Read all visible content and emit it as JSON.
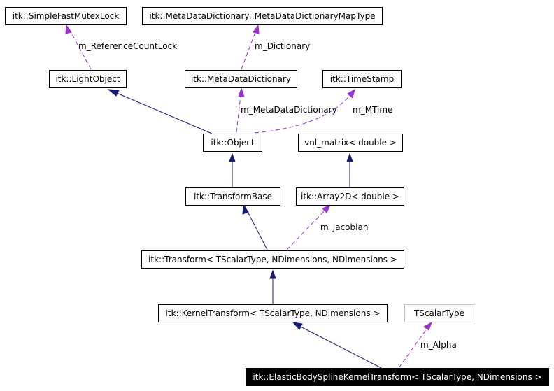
{
  "nodes": {
    "simple_fast_mutex_lock": "itk::SimpleFastMutexLock",
    "metadata_map_type": "itk::MetaDataDictionary::MetaDataDictionaryMapType",
    "light_object": "itk::LightObject",
    "metadata_dictionary": "itk::MetaDataDictionary",
    "time_stamp": "itk::TimeStamp",
    "object": "itk::Object",
    "vnl_matrix": "vnl_matrix< double >",
    "transform_base": "itk::TransformBase",
    "array2d": "itk::Array2D< double >",
    "transform": "itk::Transform< TScalarType, NDimensions, NDimensions >",
    "kernel_transform": "itk::KernelTransform< TScalarType, NDimensions >",
    "tscalar_type": "TScalarType",
    "elastic_body": "itk::ElasticBodySplineKernelTransform< TScalarType, NDimensions >"
  },
  "edge_labels": {
    "reference_count_lock": "m_ReferenceCountLock",
    "dictionary": "m_Dictionary",
    "metadata_dictionary": "m_MetaDataDictionary",
    "mtime": "m_MTime",
    "jacobian": "m_Jacobian",
    "alpha": "m_Alpha"
  },
  "colors": {
    "inheritance": "#191970",
    "usage": "#9a32cd",
    "node_border": "#000000",
    "external_border": "#bfbfbf",
    "focus_fill": "#000000",
    "focus_text": "#ffffff"
  }
}
